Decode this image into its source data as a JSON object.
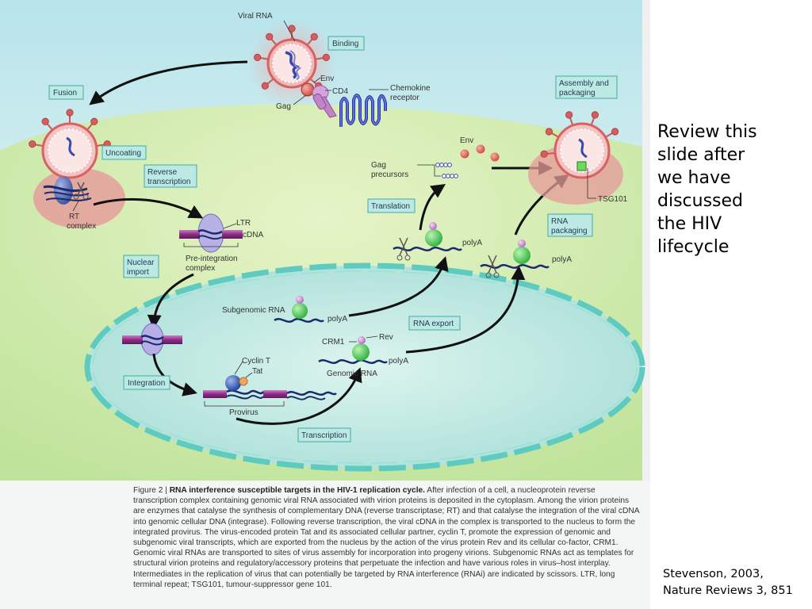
{
  "slide": {
    "note_lines": [
      "Review this",
      "slide after",
      "we have",
      "discussed",
      "the HIV",
      "lifecycle"
    ],
    "citation_lines": [
      "Stevenson, 2003,",
      "Nature Reviews 3, 851"
    ]
  },
  "diagram": {
    "labels": {
      "viral_rna": "Viral RNA",
      "env_top": "Env",
      "cd4": "CD4",
      "gag_top": "Gag",
      "chemokine_receptor_1": "Chemokine",
      "chemokine_receptor_2": "receptor",
      "rt_complex_1": "RT",
      "rt_complex_2": "complex",
      "ltr": "LTR",
      "cdna": "cDNA",
      "preint_1": "Pre-integration",
      "preint_2": "complex",
      "subgenomic_rna": "Subgenomic RNA",
      "polya_nuc": "polyA",
      "crm1": "CRM1",
      "rev": "Rev",
      "genomic_rna": "Genomic RNA",
      "polya_genomic": "polyA",
      "cyclin_t": "Cyclin T",
      "tat": "Tat",
      "provirus": "Provirus",
      "env_right": "Env",
      "gag_precursors_1": "Gag",
      "gag_precursors_2": "precursors",
      "polya_cyto1": "polyA",
      "polya_cyto2": "polyA",
      "tsg101": "TSG101"
    },
    "boxes": {
      "binding": "Binding",
      "fusion": "Fusion",
      "uncoating": "Uncoating",
      "reverse_transcription_1": "Reverse",
      "reverse_transcription_2": "transcription",
      "nuclear_import_1": "Nuclear",
      "nuclear_import_2": "import",
      "integration": "Integration",
      "transcription": "Transcription",
      "rna_export": "RNA export",
      "translation": "Translation",
      "rna_packaging_1": "RNA",
      "rna_packaging_2": "packaging",
      "assembly_packaging_1": "Assembly and",
      "assembly_packaging_2": "packaging"
    },
    "colors": {
      "cytoplasm": "#cfe9a8",
      "nucleus": "#b6e6de",
      "extracellular": "#cdebef",
      "virion": "#e36b6b",
      "label_box": "#b6e8e0"
    }
  },
  "caption": {
    "figure_ref": "Figure 2 | ",
    "title": "RNA interference susceptible targets in the HIV-1 replication cycle.",
    "text": " After infection of a cell, a nucleoprotein reverse transcription complex containing genomic viral RNA associated with virion proteins is deposited in the cytoplasm. Among the virion proteins are enzymes that catalyse the synthesis of complementary DNA (reverse transcriptase; RT) and that catalyse the integration of the viral cDNA into genomic cellular DNA (integrase). Following reverse transcription, the viral cDNA in the complex is transported to the nucleus to form the integrated provirus. The virus-encoded protein Tat and its associated cellular partner, cyclin T, promote the expression of genomic and subgenomic viral transcripts, which are exported from the nucleus by the action of the virus protein Rev and its cellular co-factor, CRM1. Genomic viral RNAs are transported to sites of virus assembly for incorporation into progeny virions. Subgenomic RNAs act as templates for structural virion proteins and regulatory/accessory proteins that perpetuate the infection and have various roles in virus–host interplay. Intermediates in the replication of virus that can potentially be targeted by RNA interference (RNAi) are indicated by scissors. LTR, long terminal repeat; TSG101, tumour-suppressor gene 101."
  }
}
